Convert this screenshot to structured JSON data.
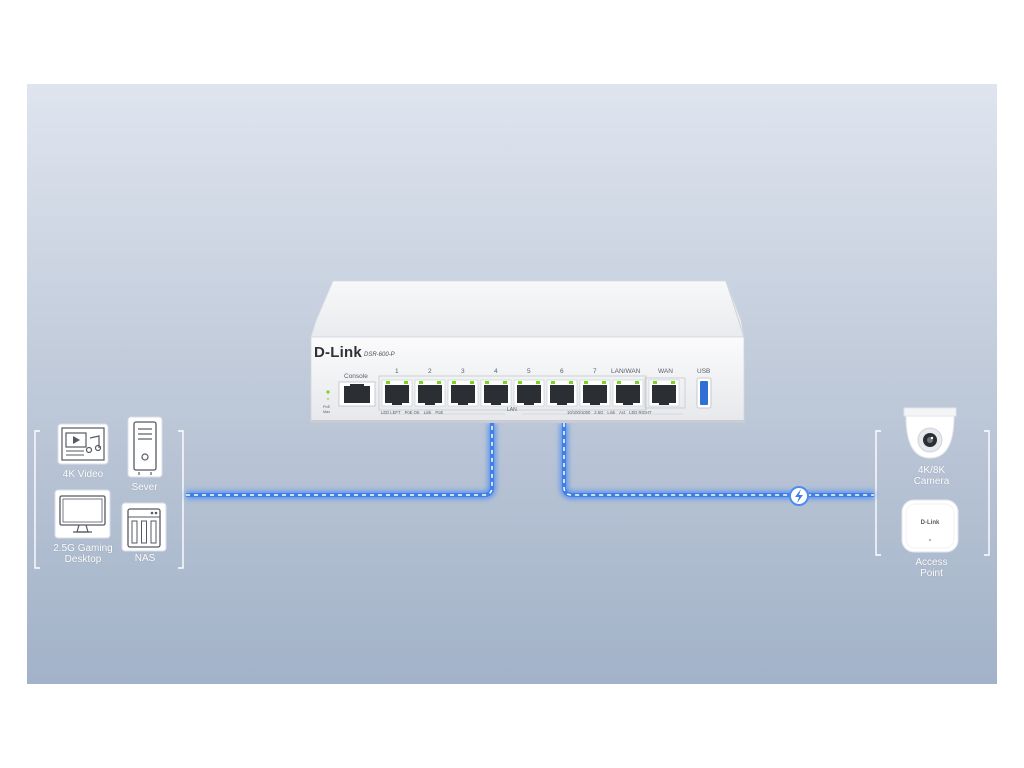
{
  "router": {
    "brand": "D-Link",
    "model": "DSR-600-P",
    "console_label": "Console",
    "port_numbers": [
      "1",
      "2",
      "3",
      "4",
      "5",
      "6",
      "7"
    ],
    "lanwan_label": "LAN/WAN",
    "wan_label": "WAN",
    "usb_label": "USB",
    "lan_label": "LAN",
    "power_label": "PoE\nMax",
    "led_left": "LED LEFT",
    "poe_ok": "PoE OK",
    "link_left": "Link",
    "poe_left": "PoE",
    "speed_legend": "10/100/1000",
    "speed_25": "2.5G",
    "link_right": "Link",
    "act_right": "Act",
    "led_right": "LED RIGHT"
  },
  "left_devices": [
    {
      "label": "4K Video",
      "icon": "video-music-icon"
    },
    {
      "label": "Sever",
      "icon": "server-tower-icon"
    },
    {
      "label": "2.5G Gaming\nDesktop",
      "icon": "desktop-monitor-icon"
    },
    {
      "label": "NAS",
      "icon": "nas-icon"
    }
  ],
  "right_devices": [
    {
      "label": "4K/8K\nCamera",
      "icon": "dome-camera-icon"
    },
    {
      "label": "Access\nPoint",
      "icon": "access-point-icon",
      "brand": "D-Link"
    }
  ],
  "connection_icon": "lightning-bolt-icon",
  "colors": {
    "cable_glow": "#4d8df0",
    "cable_dash": "#ffffff",
    "port_led": "#7ed321",
    "router_body": "#f4f5f6"
  }
}
